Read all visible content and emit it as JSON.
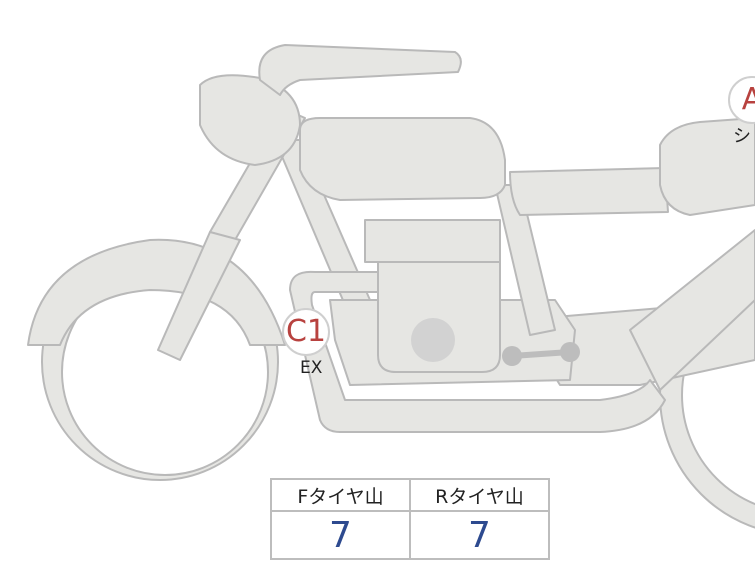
{
  "labels": {
    "c1": {
      "badge": "C1",
      "caption": "EX"
    },
    "a": {
      "badge": "A",
      "caption": "シ"
    }
  },
  "tire_table": {
    "headers": [
      "Fタイヤ山",
      "Rタイヤ山"
    ],
    "values": [
      "7",
      "7"
    ]
  },
  "colors": {
    "badge_text": "#b8423f",
    "value_text": "#2d4a8f",
    "part_fill": "#e6e6e3",
    "part_stroke": "#b9b9b9"
  }
}
